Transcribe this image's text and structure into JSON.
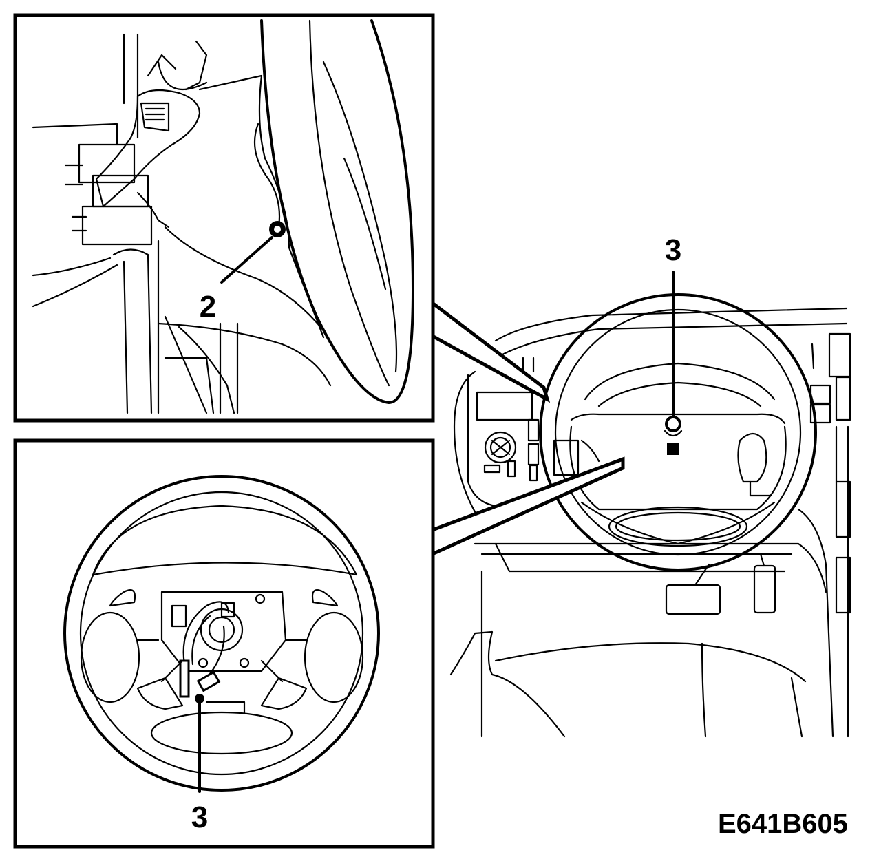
{
  "callouts": {
    "inset_top_part": "2",
    "main_part": "3",
    "inset_bottom_part": "3"
  },
  "figure_code": "E641B605"
}
